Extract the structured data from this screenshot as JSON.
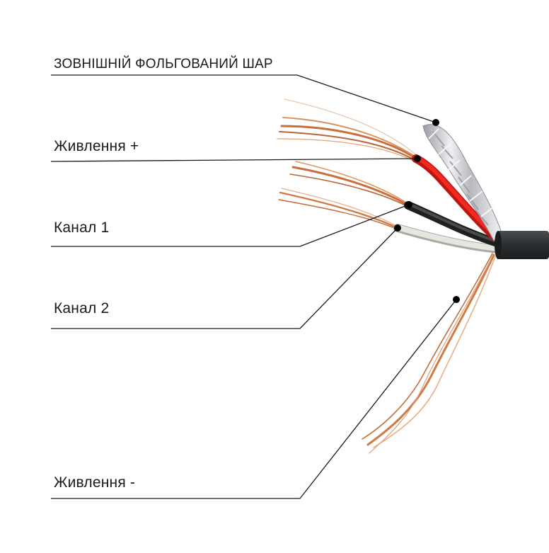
{
  "labels": [
    "Зовнішній фольгований шар",
    "Живлення +",
    "Канал 1",
    "Канал 2",
    "Живлення -"
  ],
  "colors": {
    "jacket": "#2f3234",
    "foil": "#cfd0d4",
    "power_plus": "#e8201b",
    "channel_1": "#3a3a3a",
    "channel_2": "#dcdcd6",
    "copper": "#d07a45",
    "leader": "#1a1a1a"
  }
}
